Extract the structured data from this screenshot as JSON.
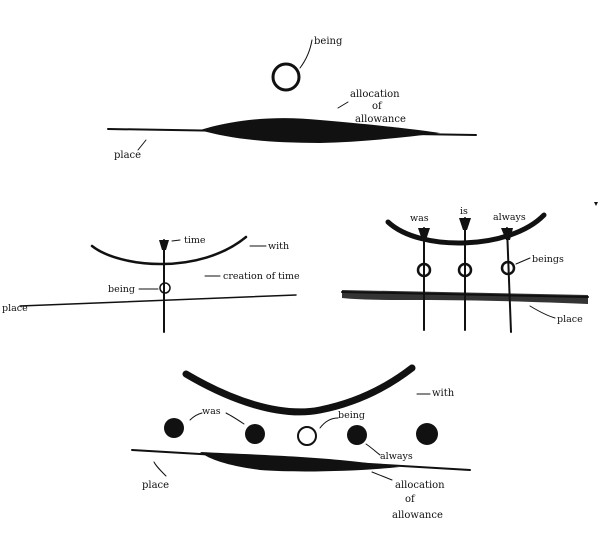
{
  "labels": {
    "d1_being": "being",
    "d1_allocation": "allocation",
    "d1_of": "of",
    "d1_allowance": "allowance",
    "d1_place": "place",
    "d2_time": "time",
    "d2_with": "with",
    "d2_creation": "creation of time",
    "d2_being": "being",
    "d2_place": "place",
    "d3_was": "was",
    "d3_is": "is",
    "d3_always": "always",
    "d3_beings": "beings",
    "d3_place": "place",
    "d4_with": "with",
    "d4_was": "was",
    "d4_being": "being",
    "d4_always": "always",
    "d4_place": "place",
    "d4_allocation": "allocation",
    "d4_of": "of",
    "d4_allowance": "allowance"
  },
  "colors": {
    "ink": "#111111",
    "paper": "#ffffff"
  }
}
